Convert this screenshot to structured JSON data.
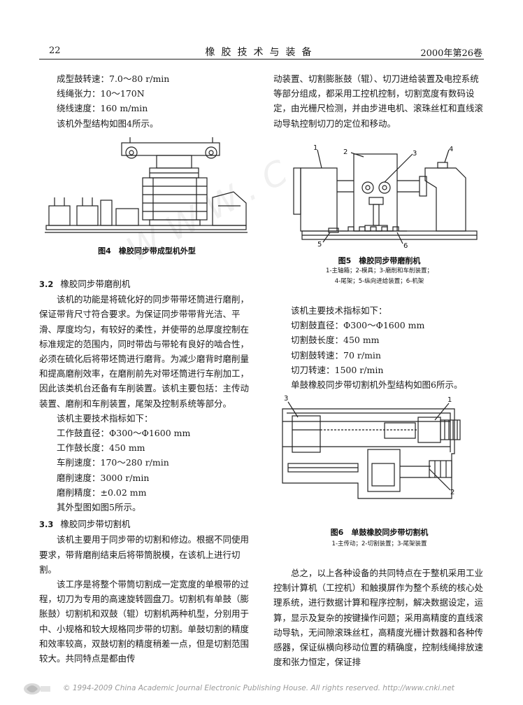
{
  "header": {
    "page_number": "22",
    "journal_title": "橡胶技术与装备",
    "issue": "2000年第26卷"
  },
  "left_column": {
    "specs_top": [
      "成型鼓转速：7.0～80 r/min",
      "线绳张力：10～170N",
      "绕线速度：160 m/min",
      "该机外型结构如图4所示。"
    ],
    "fig4_caption": "图4　橡胶同步带成型机外型",
    "sec32_number": "3.2",
    "sec32_title": "橡胶同步带磨削机",
    "sec32_para": "该机的功能是将硫化好的同步带带坯筒进行磨削，保证带背尺寸符合要求。为保证同步带带背光洁、平滑、厚度均匀，有较好的柔性，并使带的总厚度控制在标准规定的范围内，同时带齿与带轮有良好的啮合性，必须在硫化后将带坯筒进行磨背。为减少磨背时磨削量和提高磨削效率，在磨削前先对带坯筒进行车削加工，因此该类机台还备有车削装置。该机主要包括：主传动装置、磨削和车削装置，尾架及控制系统等部分。",
    "sec32_specs": [
      "该机主要技术指标如下：",
      "工作鼓直径：Φ300～Φ1600 mm",
      "工作鼓长度：450 mm",
      "车削速度：170～280 r/min",
      "磨削速度：3000 r/min",
      "磨削精度：±0.02 mm",
      "其外型图如图5所示。"
    ],
    "sec33_number": "3.3",
    "sec33_title": "橡胶同步带切割机",
    "sec33_para1": "该机主要用于同步带的切割和修边。根据不同使用要求，带背磨削结束后将带筒脱模，在该机上进行切割。",
    "sec33_para2": "该工序是将整个带筒切割成一定宽度的单根带的过程，切刀为专用的高速旋转圆盘刀。切割机有单鼓（膨胀鼓）切割机和双鼓（辊）切割机两种机型，分别用于中、小规格和较大规格同步带的切割。单鼓切割的精度和效率较高，双鼓切割的精度稍差一点，但是切割范围较大。共同特点是都由传"
  },
  "right_column": {
    "para_top": "动装置、切割膨胀鼓（辊）、切刀进给装置及电控系统等部分组成，都采用工控机控制，切割宽度有数码设定，由光栅尺检测，并由步进电机、滚珠丝杠和直线滚动导轨控制切刀的定位和移动。",
    "fig5_labels": [
      "1",
      "2",
      "3",
      "4",
      "5",
      "6"
    ],
    "fig5_caption": "图5　橡胶同步带磨削机",
    "fig5_legend_line1": "1-主轴箱；2-模具；3-磨削和车削装置；",
    "fig5_legend_line2": "4-尾架；5-纵向进给装置；6-机架",
    "specs": [
      "该机主要技术指标如下：",
      "切割鼓直径：Φ300～Φ1600 mm",
      "切割鼓长度：450 mm",
      "切割鼓转速：70 r/min",
      "切刀转速：1500 r/min",
      "单鼓橡胶同步带切割机外型结构如图6所示。"
    ],
    "fig6_labels": [
      "3",
      "1",
      "2"
    ],
    "fig6_caption": "图6　单鼓橡胶同步带切割机",
    "fig6_legend": "1-主传动；2-切割装置；3-尾架装置",
    "summary_para": "总之，以上各种设备的共同特点在于整机采用工业控制计算机（工控机）和触摸屏作为整个系统的核心处理系统，进行数据计算和程序控制，解决数据设定，运算，显示及复杂的按键操作问题；采用高精度的直线滚动导轨，无间隙滚珠丝杠，高精度光栅计数器和各种传感器，保证纵横向移动位置的精确度，控制线绳排放速度和张力恒定，保证排"
  },
  "footer": {
    "copyright": "© 1994-2009 China Academic Journal Electronic Publishing House. All rights reserved.    http://www.cnki.net"
  }
}
